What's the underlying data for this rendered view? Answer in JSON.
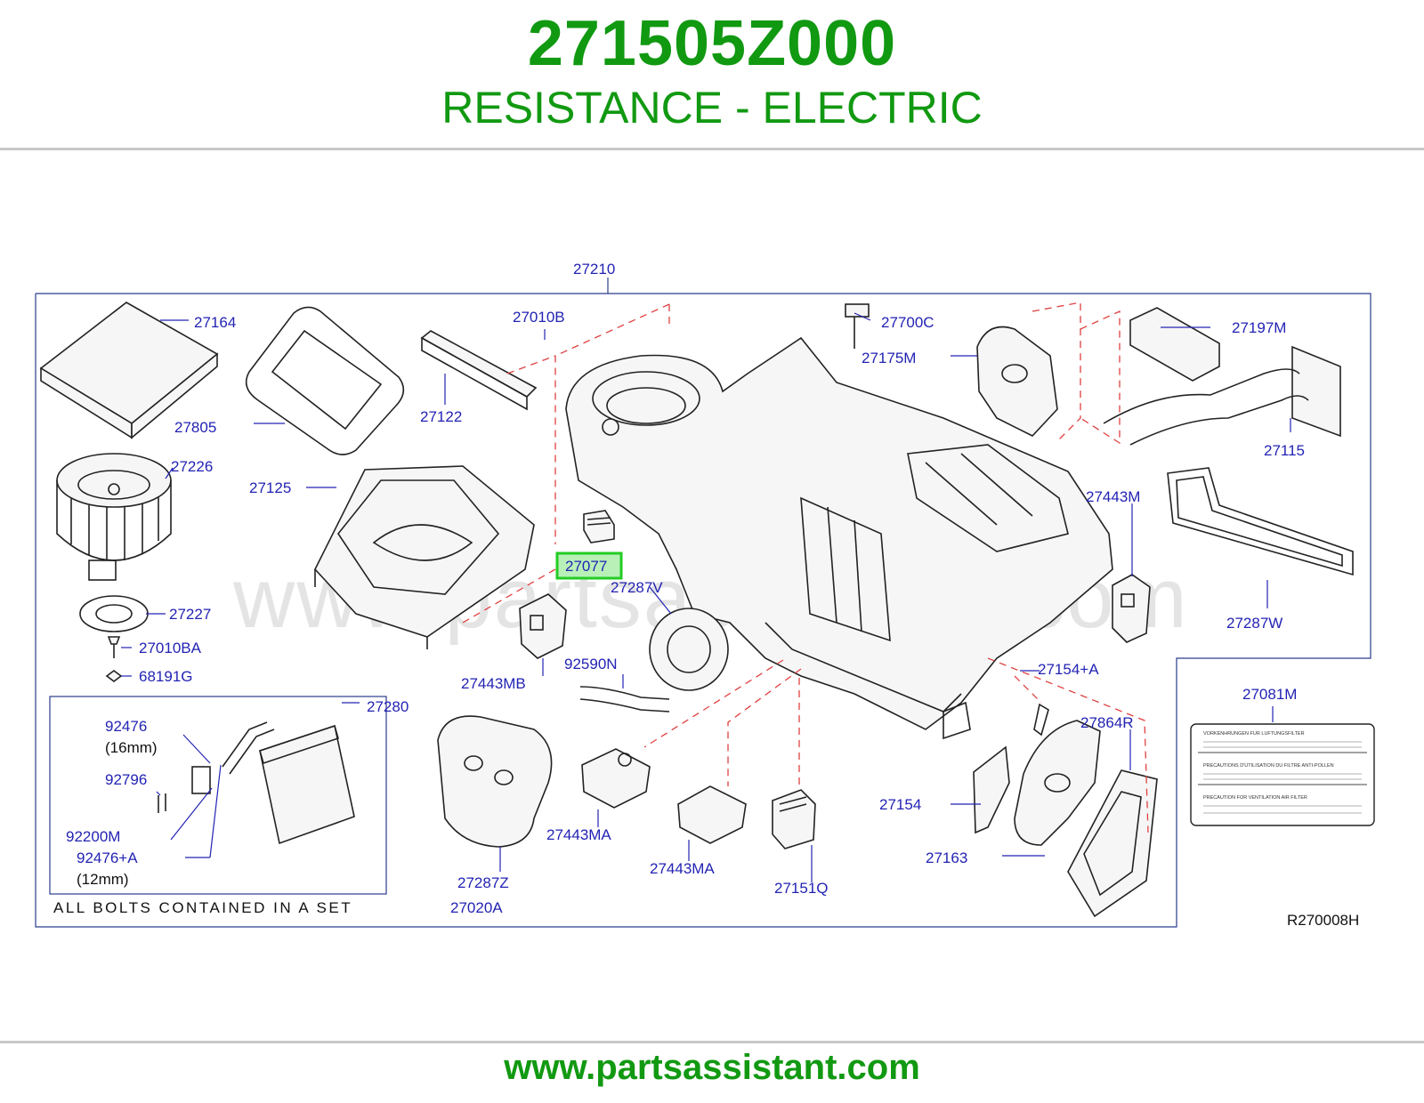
{
  "header": {
    "part_number": "271505Z000",
    "part_name": "RESISTANCE - ELECTRIC"
  },
  "footer": {
    "url": "www.partsassistant.com"
  },
  "diagram": {
    "watermark": "www.partsassistant.com",
    "figure_code": "R270008H",
    "note": "ALL BOLTS CONTAINED IN A SET",
    "highlighted_label": "27077",
    "labels": {
      "l27210": "27210",
      "l27164": "27164",
      "l27010B": "27010B",
      "l27700C": "27700C",
      "l27197M": "27197M",
      "l27175M": "27175M",
      "l27122": "27122",
      "l27805": "27805",
      "l27115": "27115",
      "l27226": "27226",
      "l27125": "27125",
      "l27443M": "27443M",
      "l27287V": "27287V",
      "l27287W": "27287W",
      "l27227": "27227",
      "l27010BA": "27010BA",
      "l68191G": "68191G",
      "l27443MB": "27443MB",
      "l92590N": "92590N",
      "l27154A": "27154+A",
      "l27280": "27280",
      "l27081M": "27081M",
      "l92476": "92476",
      "l16mm": "(16mm)",
      "l27864R": "27864R",
      "l92796": "92796",
      "l27154": "27154",
      "l27443MA_1": "27443MA",
      "l92200M": "92200M",
      "l92476A": "92476+A",
      "l27163": "27163",
      "l12mm": "(12mm)",
      "l27287Z": "27287Z",
      "l27443MA_2": "27443MA",
      "l27151Q": "27151Q",
      "l27020A": "27020A"
    },
    "caution_label": {
      "lines": [
        "VORKENHRUNGEN FUR LUFTUNGSFILTER",
        "PRECAUTIONS D'UTILISATION DU FILTRE ANTI-POLLEN",
        "PRECAUTION FOR VENTILATION AIR FILTER"
      ]
    }
  },
  "colors": {
    "brand_green": "#119911",
    "callout_blue": "#2323b4",
    "highlight_green": "#22cc22",
    "highlight_fill": "#b8f0b8",
    "dashed_red": "#e04040"
  }
}
